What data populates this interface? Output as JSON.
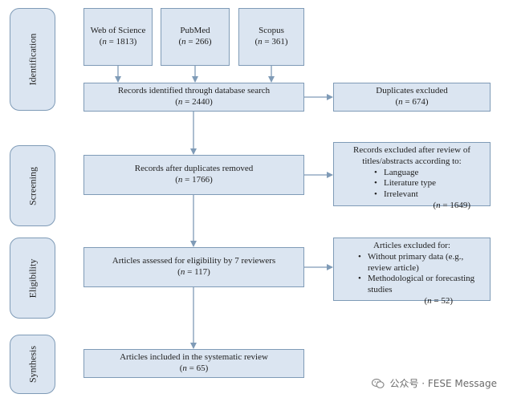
{
  "phases": {
    "identification": "Identification",
    "screening": "Screening",
    "eligibility": "Eligibility",
    "synthesis": "Synthesis"
  },
  "sources": [
    {
      "name": "Web of Science",
      "n": "1813"
    },
    {
      "name": "PubMed",
      "n": "266"
    },
    {
      "name": "Scopus",
      "n": "361"
    }
  ],
  "n_symbol": "n",
  "records_identified": {
    "label": "Records identified through database search",
    "n": "2440"
  },
  "duplicates_excluded": {
    "label": "Duplicates excluded",
    "n": "674"
  },
  "records_after_duplicates": {
    "label": "Records after duplicates removed",
    "n": "1766"
  },
  "records_excluded": {
    "label": "Records excluded after review of titles/abstracts according to:",
    "reasons": [
      "Language",
      "Literature type",
      "Irrelevant"
    ],
    "n": "1649"
  },
  "articles_assessed": {
    "label": "Articles assessed for eligibility by 7 reviewers",
    "n": "117"
  },
  "articles_excluded": {
    "label": "Articles excluded for:",
    "reasons": [
      "Without primary data (e.g., review article)",
      "Methodological or forecasting studies"
    ],
    "n": "52"
  },
  "articles_included": {
    "label": "Articles included in the systematic review",
    "n": "65"
  },
  "watermark": {
    "text": "公众号 · FESE Message",
    "icon": "wechat-icon"
  },
  "colors": {
    "box_fill": "#dbe5f1",
    "box_border": "#7f9bb7",
    "arrow": "#7f9bb7"
  }
}
